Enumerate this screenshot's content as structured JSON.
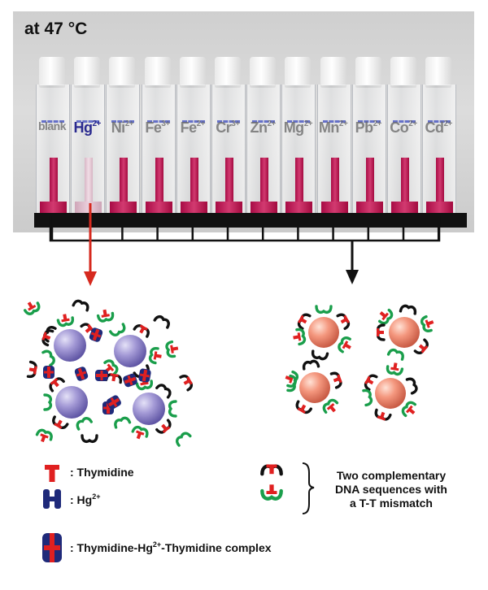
{
  "photo": {
    "title": "at 47 °C",
    "tubes": [
      {
        "base": "blank",
        "charge": "",
        "color": "sample",
        "small": true
      },
      {
        "base": "Hg",
        "charge": "2+",
        "color": "highlight",
        "small": false
      },
      {
        "base": "Ni",
        "charge": "2+",
        "color": "sample",
        "small": false
      },
      {
        "base": "Fe",
        "charge": "3+",
        "color": "sample",
        "small": false
      },
      {
        "base": "Fe",
        "charge": "2+",
        "color": "sample",
        "small": false
      },
      {
        "base": "Cr",
        "charge": "3+",
        "color": "sample",
        "small": false
      },
      {
        "base": "Zn",
        "charge": "2+",
        "color": "sample",
        "small": false
      },
      {
        "base": "Mg",
        "charge": "2+",
        "color": "sample",
        "small": false
      },
      {
        "base": "Mn",
        "charge": "2+",
        "color": "sample",
        "small": false
      },
      {
        "base": "Pb",
        "charge": "2+",
        "color": "sample",
        "small": false
      },
      {
        "base": "Co",
        "charge": "2+",
        "color": "sample",
        "small": false
      },
      {
        "base": "Cd",
        "charge": "2+",
        "color": "sample",
        "small": false
      }
    ]
  },
  "colors": {
    "red_arrow": "#d6291e",
    "aggregated_particle": "#8f86c8",
    "dispersed_particle": "#ef8e74",
    "strand_black": "#111111",
    "strand_green": "#1a9e4b",
    "thymidine": "#e02020",
    "mercury": "#1f2a7a"
  },
  "legend": {
    "thymidine": {
      "text": ": Thymidine",
      "icon": "thymidine-icon"
    },
    "mercury": {
      "text_prefix": ": Hg",
      "charge": "2+",
      "icon": "mercury-icon"
    },
    "complex": {
      "text_prefix": ": Thymidine-Hg",
      "charge": "2+",
      "text_suffix": "-Thymidine complex",
      "icon": "complex-icon"
    },
    "dna_description": {
      "line1": "Two complementary",
      "line2": "DNA sequences with",
      "line3": "a T-T mismatch"
    }
  }
}
